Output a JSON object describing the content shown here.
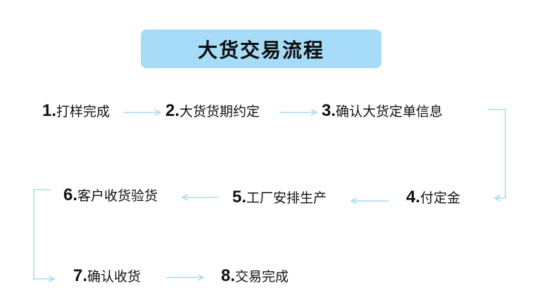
{
  "title": "大货交易流程",
  "accent_color": "#a6dcf7",
  "connector_color": "#a6dcf7",
  "steps": [
    {
      "num": "1.",
      "label": "打样完成"
    },
    {
      "num": "2.",
      "label": "大货货期约定"
    },
    {
      "num": "3.",
      "label": "确认大货定单信息"
    },
    {
      "num": "4.",
      "label": "付定金"
    },
    {
      "num": "5.",
      "label": "工厂安排生产"
    },
    {
      "num": "6.",
      "label": "客户收货验货"
    },
    {
      "num": "7.",
      "label": "确认收货"
    },
    {
      "num": "8.",
      "label": "交易完成"
    }
  ]
}
